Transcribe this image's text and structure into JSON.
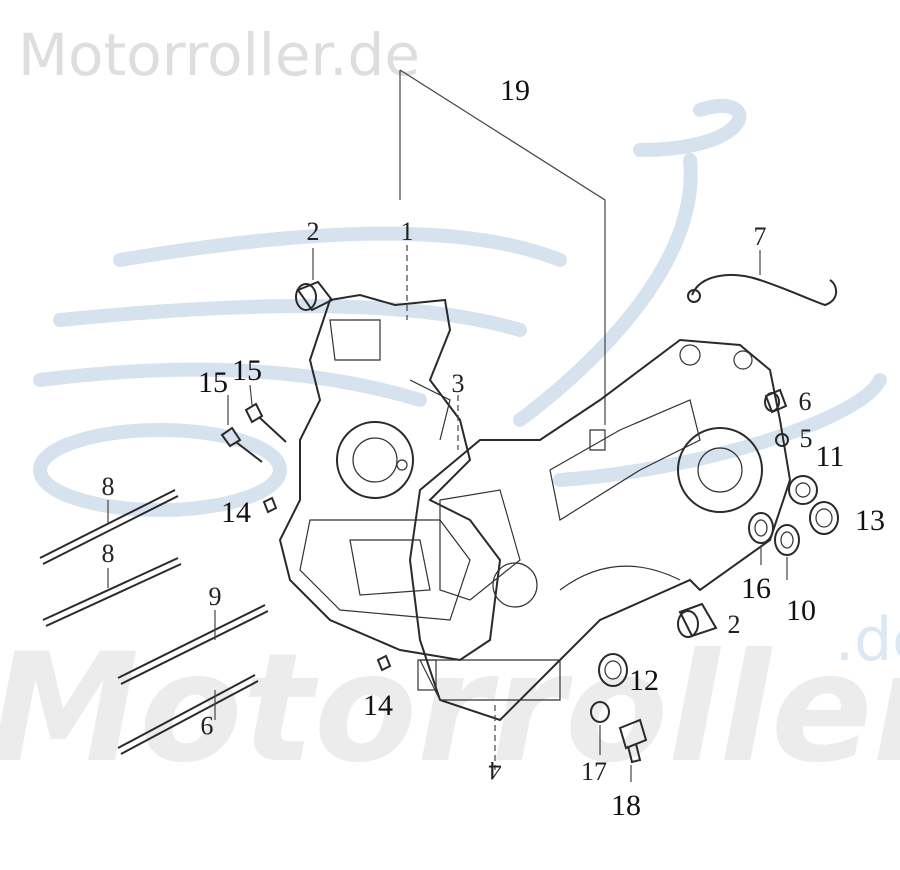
{
  "watermark": {
    "top": "Motorroller.de",
    "bottom": "Motorroller",
    "domain": ".de"
  },
  "callouts": {
    "c1": "1",
    "c2": "2",
    "c3": "3",
    "c4": "4",
    "c5": "5",
    "c6": "6",
    "c7": "7",
    "c8": "8",
    "c9": "9",
    "c10": "10",
    "c11": "11",
    "c12": "12",
    "c13": "13",
    "c14": "14",
    "c15": "15",
    "c16": "16",
    "c17": "17",
    "c18": "18",
    "c19": "19"
  }
}
